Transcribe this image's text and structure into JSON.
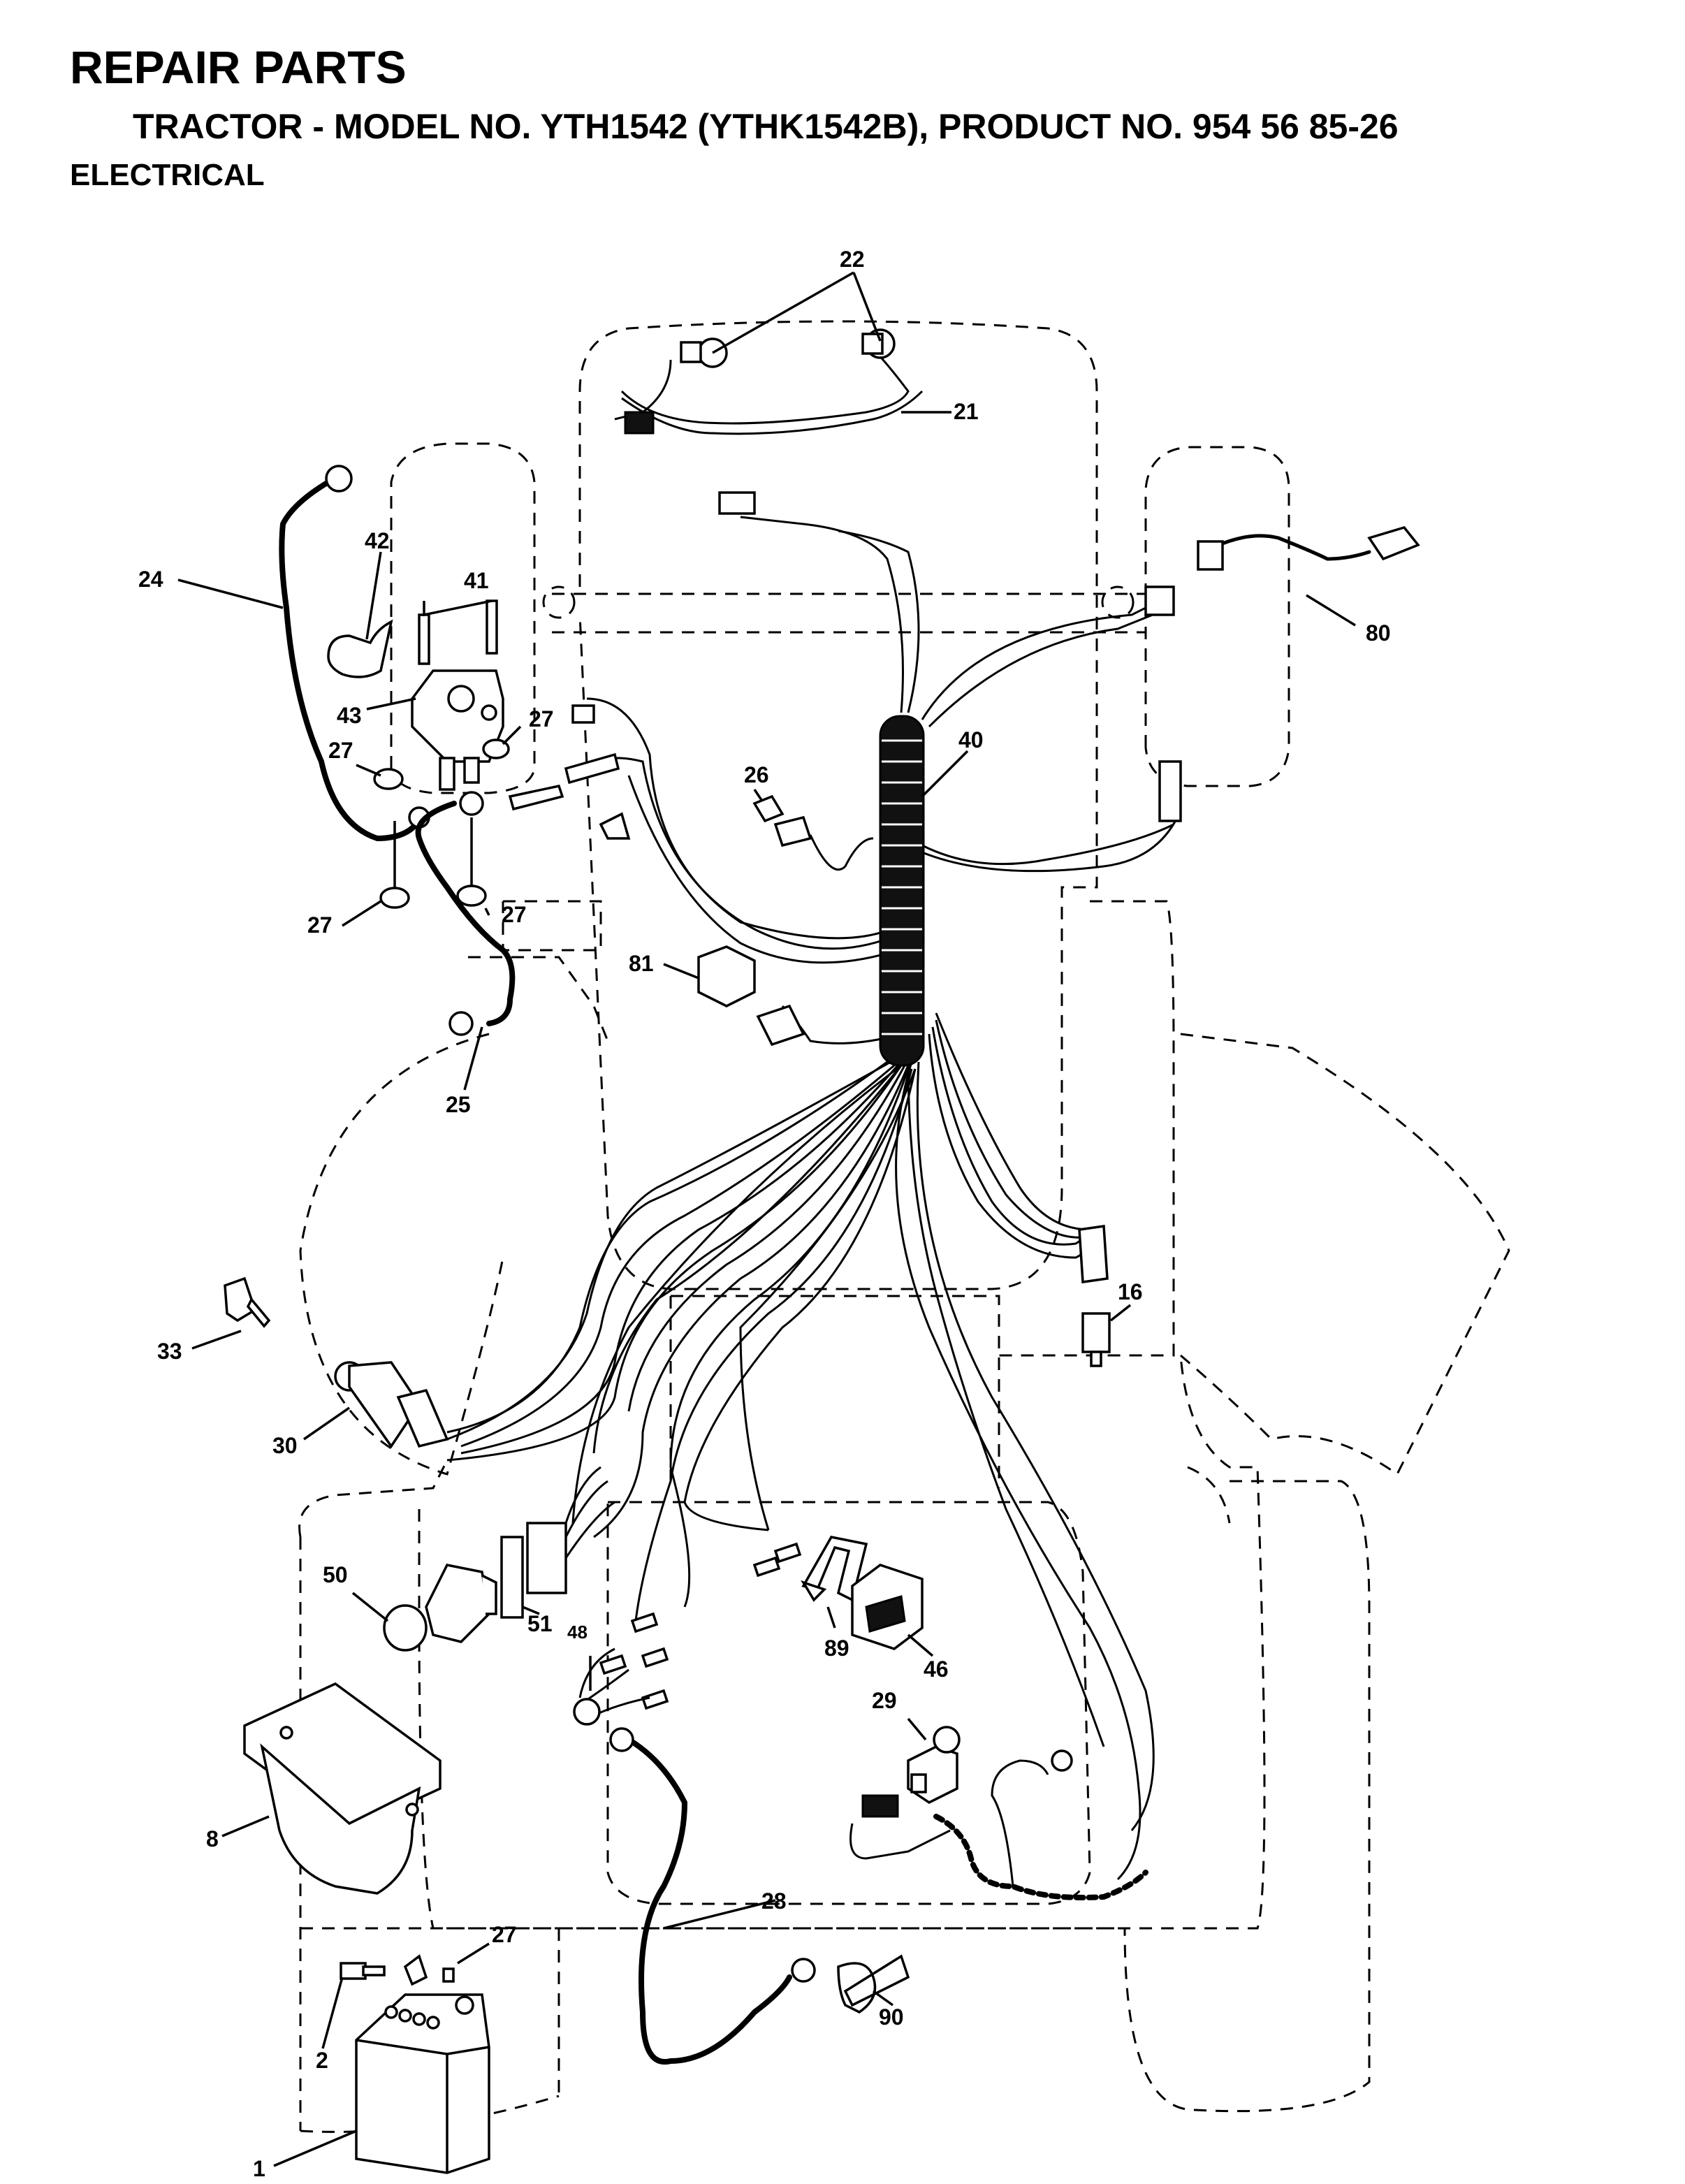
{
  "header": {
    "title": "REPAIR PARTS",
    "subtitle": "TRACTOR - MODEL NO. YTH1542 (YTHK1542B), PRODUCT NO. 954 56 85-26",
    "section": "ELECTRICAL"
  },
  "callouts": [
    "22",
    "21",
    "24",
    "42",
    "41",
    "80",
    "43",
    "27",
    "40",
    "26",
    "81",
    "25",
    "16",
    "33",
    "30",
    "50",
    "51",
    "89",
    "46",
    "48",
    "29",
    "8",
    "28",
    "90",
    "2",
    "1"
  ]
}
